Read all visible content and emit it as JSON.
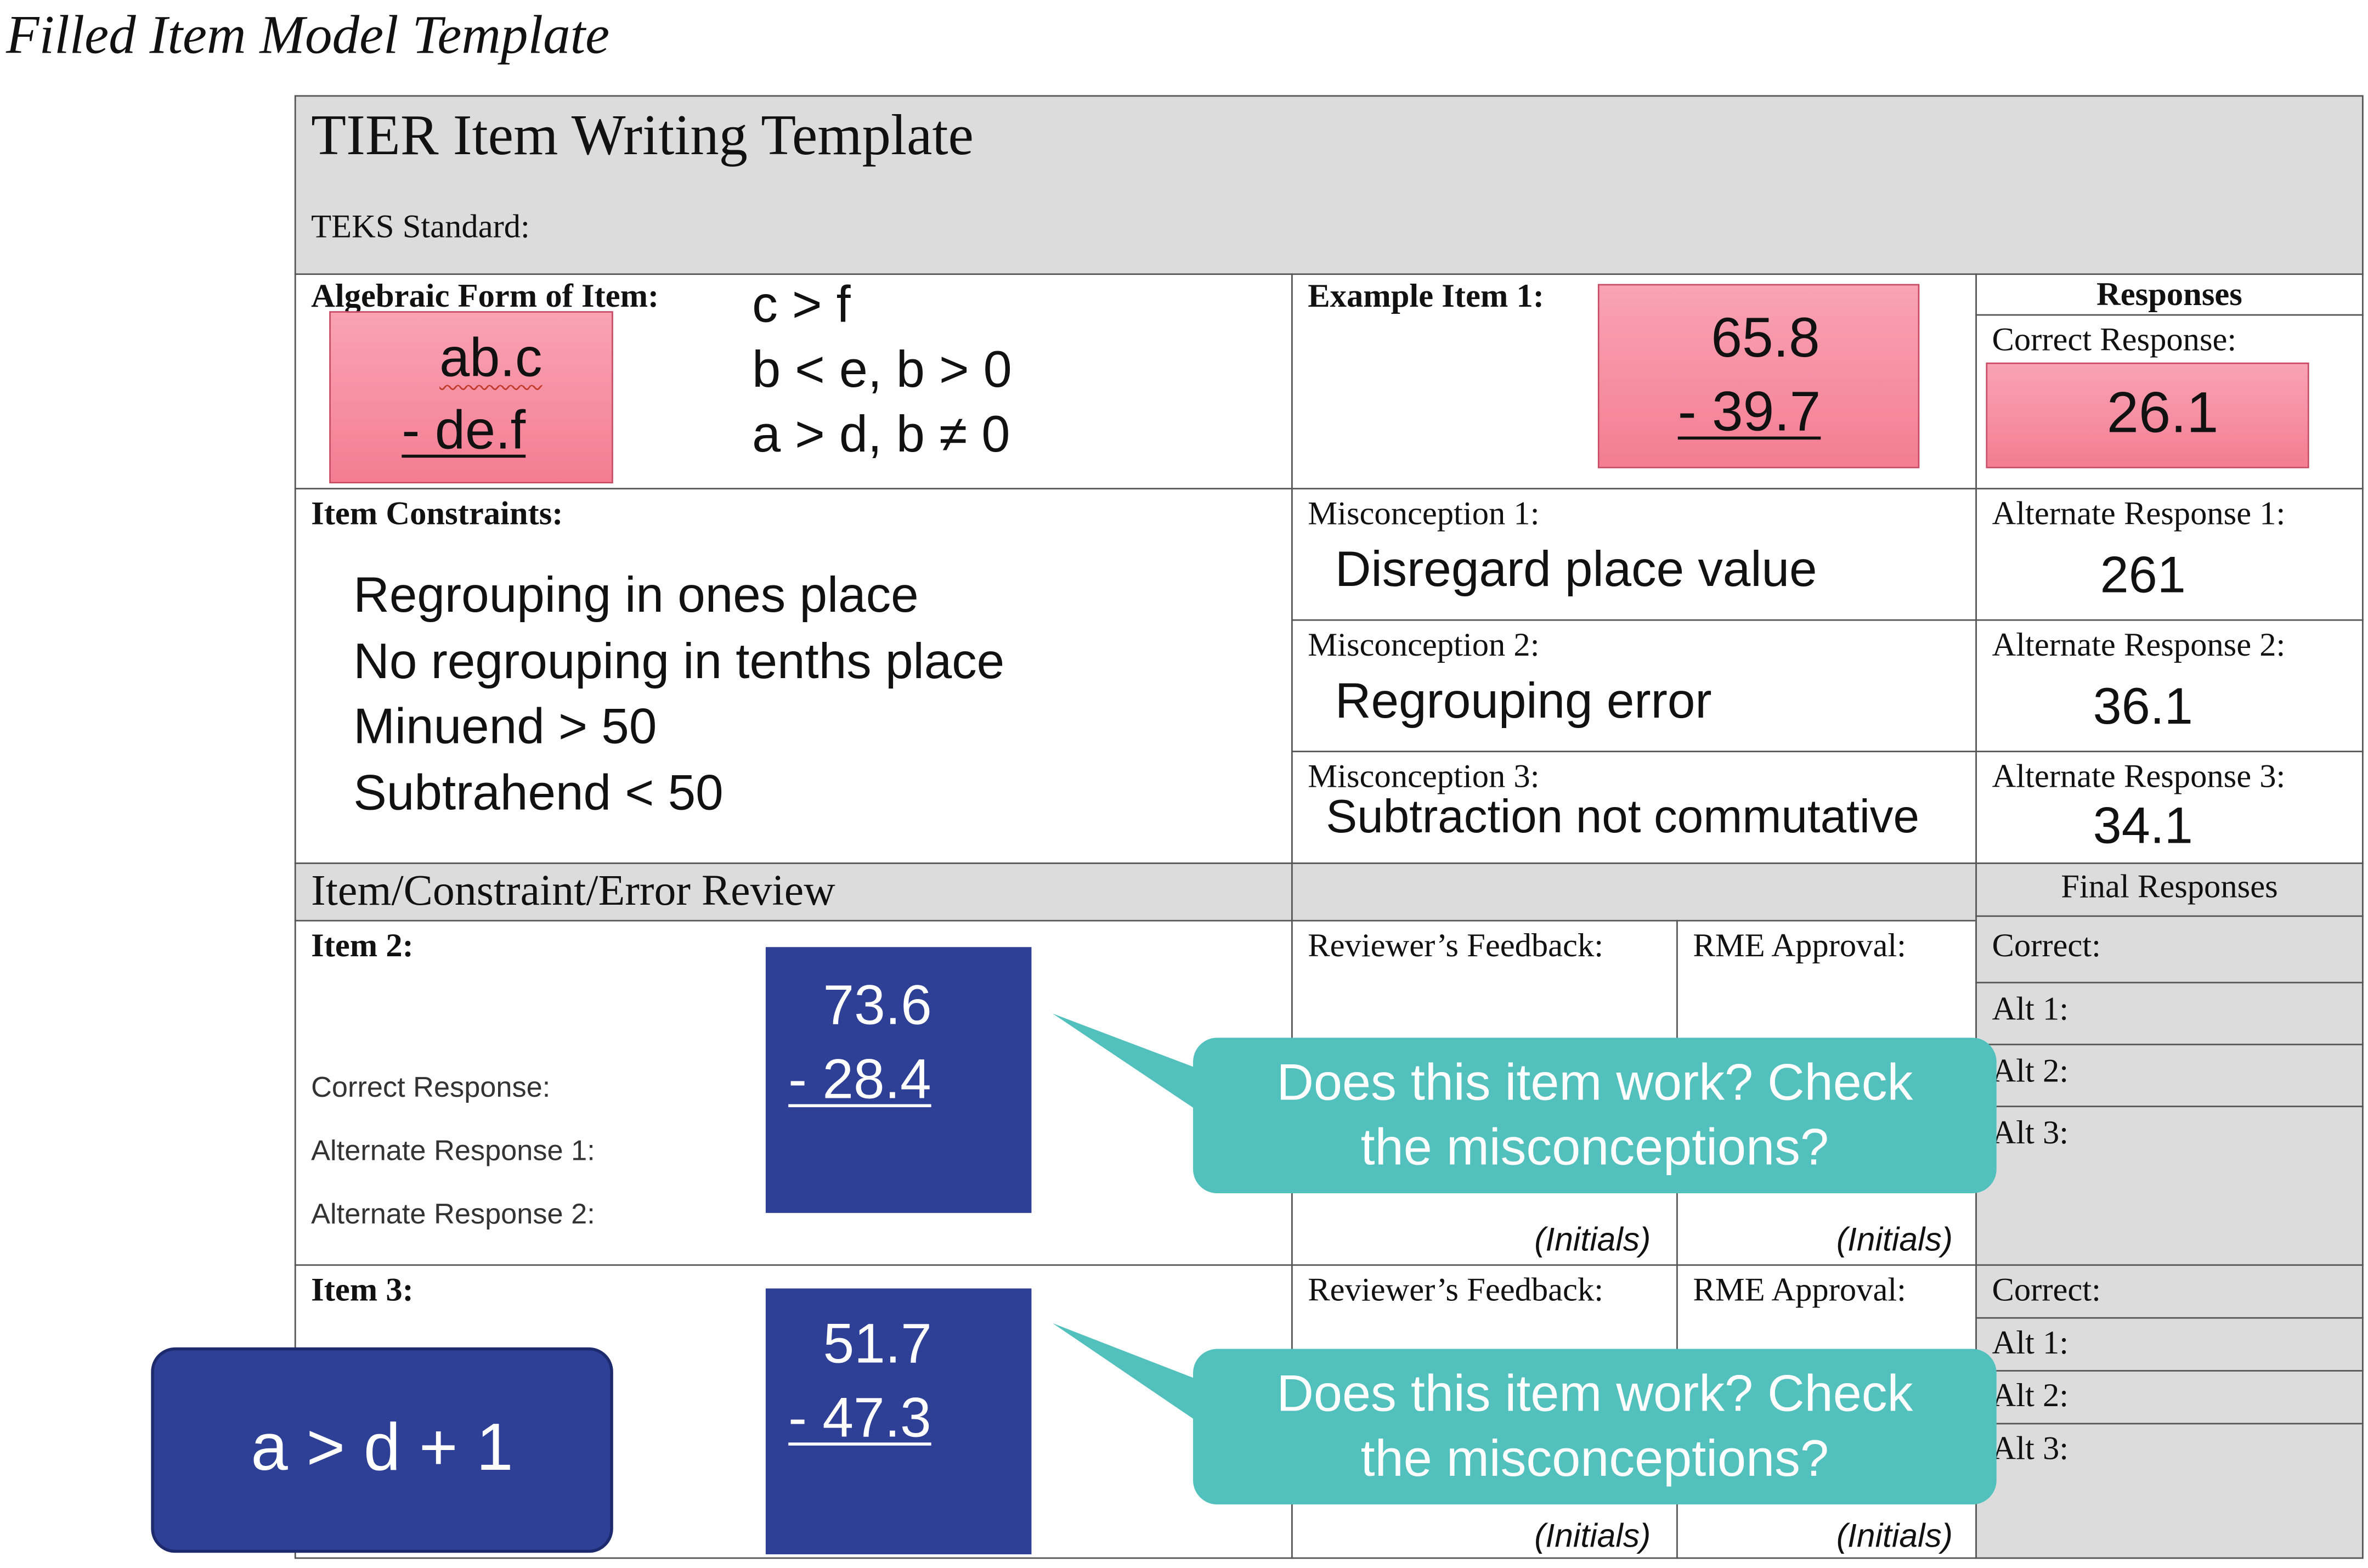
{
  "caption": "Filled Item Model Template",
  "header": {
    "title": "TIER Item Writing Template",
    "teks_label": "TEKS Standard:"
  },
  "algebraic": {
    "label": "Algebraic Form of Item:",
    "line1": "ab.c",
    "line2": "- de.f",
    "constraints": [
      "c > f",
      "b < e, b > 0",
      "a > d, b ≠ 0"
    ]
  },
  "example": {
    "label": "Example Item 1:",
    "line1": "65.8",
    "line2": "- 39.7"
  },
  "responses": {
    "header": "Responses",
    "correct_label": "Correct Response:",
    "correct_value": "26.1",
    "alternates": [
      {
        "label": "Alternate Response 1:",
        "value": "261"
      },
      {
        "label": "Alternate Response 2:",
        "value": "36.1"
      },
      {
        "label": "Alternate Response 3:",
        "value": "34.1"
      }
    ]
  },
  "constraints": {
    "label": "Item Constraints:",
    "items": [
      "Regrouping in ones place",
      "No regrouping in tenths place",
      "Minuend > 50",
      "Subtrahend < 50"
    ]
  },
  "misconceptions": [
    {
      "label": "Misconception 1:",
      "value": "Disregard place value"
    },
    {
      "label": "Misconception 2:",
      "value": "Regrouping error"
    },
    {
      "label": "Misconception 3:",
      "value": "Subtraction not commutative"
    }
  ],
  "review": {
    "title": "Item/Constraint/Error Review",
    "final_responses": "Final Responses"
  },
  "item2": {
    "label": "Item 2:",
    "line1": "73.6",
    "line2": "- 28.4",
    "correct_label": "Correct Response:",
    "alt1_label": "Alternate Response 1:",
    "alt2_label": "Alternate Response 2:",
    "feedback_label": "Reviewer’s Feedback:",
    "approval_label": "RME Approval:",
    "initials": "(Initials)",
    "final": [
      "Correct:",
      "Alt 1:",
      "Alt 2:",
      "Alt 3:"
    ],
    "bubble": [
      "Does this item work? Check",
      "the misconceptions?"
    ]
  },
  "item3": {
    "label": "Item 3:",
    "line1": "51.7",
    "line2": "- 47.3",
    "feedback_label": "Reviewer’s Feedback:",
    "approval_label": "RME Approval:",
    "initials": "(Initials)",
    "final": [
      "Correct:",
      "Alt 1:",
      "Alt 2:",
      "Alt 3:"
    ],
    "bubble": [
      "Does this item work? Check",
      "the misconceptions?"
    ],
    "constraint_box": "a > d + 1"
  },
  "colors": {
    "pink": "#f47d93",
    "navy": "#2e3f96",
    "teal": "#52c0bc",
    "gray": "#dcdcdc"
  }
}
